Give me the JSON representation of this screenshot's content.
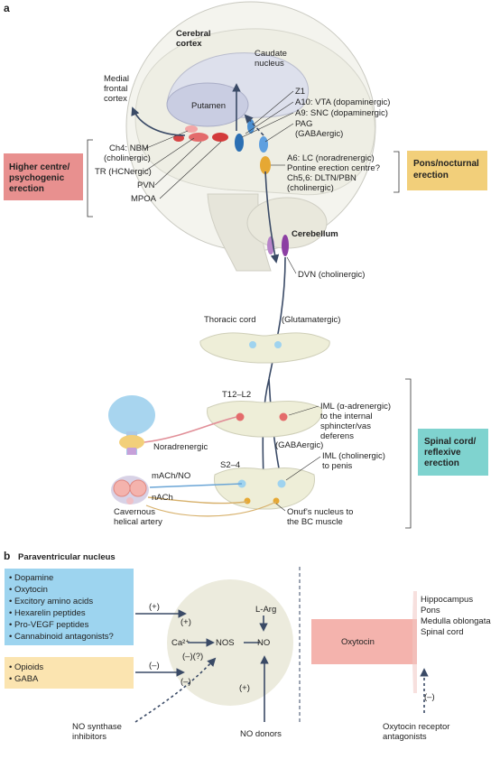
{
  "panel_a": {
    "letter": "a",
    "cerebral_cortex": [
      "Cerebral",
      "cortex"
    ],
    "caudate_nucleus": [
      "Caudate",
      "nucleus"
    ],
    "medial_frontal_cortex": [
      "Medial",
      "frontal",
      "cortex"
    ],
    "putamen": "Putamen",
    "z1": "Z1",
    "a10": "A10: VTA (dopaminergic)",
    "a9": "A9: SNC (dopaminergic)",
    "pag": [
      "PAG",
      "(GABAergic)"
    ],
    "ch4": [
      "Ch4: NBM",
      "(cholinergic)"
    ],
    "tr": "TR (HCNergic)",
    "pvn": "PVN",
    "mpoa": "MPOA",
    "a6": [
      "A6: LC (noradrenergic)",
      "Pontine erection centre?",
      "Ch5,6: DLTN/PBN",
      "(cholinergic)"
    ],
    "cerebellum": "Cerebellum",
    "dvn": "DVN (cholinergic)",
    "thoracic_cord": "Thoracic cord",
    "glutamatergic": "(Glutamatergic)",
    "t12_l2": "T12–L2",
    "iml_adrenergic": [
      "IML (α-adrenergic)",
      "to the internal",
      "sphincter/vas",
      "deferens"
    ],
    "noradrenergic": "Noradrenergic",
    "gabaergic": "(GABAergic)",
    "s2_4": "S2–4",
    "iml_cholinergic": [
      "IML (cholinergic)",
      "to penis"
    ],
    "mach_no": "mACh/NO",
    "nach": "nACh",
    "cavernous": [
      "Cavernous",
      "helical artery"
    ],
    "onuf": [
      "Onuf’s nucleus to",
      "the BC muscle"
    ],
    "higher_centre": [
      "Higher centre/",
      "psychogenic",
      "erection"
    ],
    "pons_nocturnal": [
      "Pons/nocturnal",
      "erection"
    ],
    "spinal_reflexive": [
      "Spinal cord/",
      "reflexive",
      "erection"
    ]
  },
  "panel_b": {
    "letter": "b",
    "title": "Paraventricular nucleus",
    "stimulators": [
      "Dopamine",
      "Oxytocin",
      "Excitory amino acids",
      "Hexarelin peptides",
      "Pro-VEGF peptides",
      "Cannabinoid antagonists?"
    ],
    "inhibitors": [
      "Opioids",
      "GABA"
    ],
    "plus": "(+)",
    "minus": "(–)",
    "minus_q": "(–)(?)",
    "l_arg": "L-Arg",
    "ca": "Ca²⁺",
    "nos": "NOS",
    "no": "NO",
    "oxytocin": "Oxytocin",
    "targets": [
      "Hippocampus",
      "Pons",
      "Medulla oblongata",
      "Spinal cord"
    ],
    "nos_inhibitors": [
      "NO synthase",
      "inhibitors"
    ],
    "no_donors": "NO donors",
    "oxytocin_antagonists": [
      "Oxytocin receptor",
      "antagonists"
    ]
  },
  "colors": {
    "arrow": "#3a4a66",
    "higher_box": "#e8908f",
    "pons_box": "#f2cf7a",
    "spinal_box": "#7fd3cf",
    "stim_box": "#9dd4ef",
    "inhib_box": "#fbe4b0",
    "oxy_box": "#f4b3ad",
    "pvn_circle": "#ecebdd"
  }
}
